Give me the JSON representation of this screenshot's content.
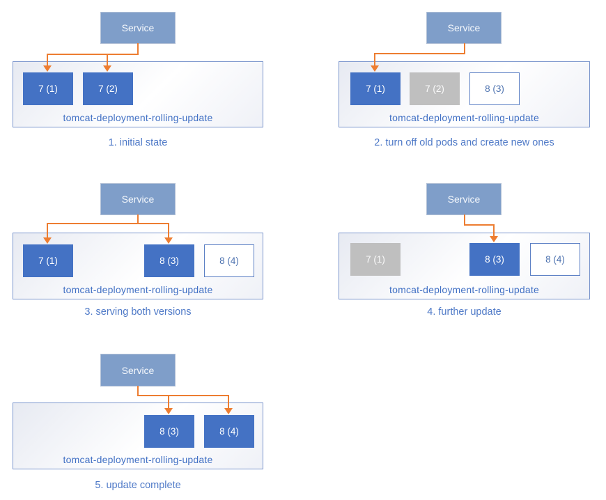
{
  "colors": {
    "service_fill": "#7F9EC9",
    "pod_running_fill": "#4472C4",
    "pod_terminated_fill": "#BFBFBF",
    "pod_starting_border": "#5B7FC4",
    "arrow": "#ED7D31",
    "text_blue": "#4472C4"
  },
  "panels": [
    {
      "caption": "1. initial state",
      "service": "Service",
      "deployment": "tomcat-deployment-rolling-update",
      "pods": [
        {
          "label": "7 (1)",
          "state": "running"
        },
        {
          "label": "7 (2)",
          "state": "running"
        }
      ]
    },
    {
      "caption": "2. turn off old pods and create new ones",
      "service": "Service",
      "deployment": "tomcat-deployment-rolling-update",
      "pods": [
        {
          "label": "7 (1)",
          "state": "running"
        },
        {
          "label": "7 (2)",
          "state": "terminated"
        },
        {
          "label": "8 (3)",
          "state": "starting"
        }
      ]
    },
    {
      "caption": "3. serving both versions",
      "service": "Service",
      "deployment": "tomcat-deployment-rolling-update",
      "pods": [
        {
          "label": "7 (1)",
          "state": "running"
        },
        {
          "label": "8 (3)",
          "state": "running"
        },
        {
          "label": "8 (4)",
          "state": "starting"
        }
      ]
    },
    {
      "caption": "4. further update",
      "service": "Service",
      "deployment": "tomcat-deployment-rolling-update",
      "pods": [
        {
          "label": "7 (1)",
          "state": "terminated"
        },
        {
          "label": "8 (3)",
          "state": "running"
        },
        {
          "label": "8 (4)",
          "state": "starting"
        }
      ]
    },
    {
      "caption": "5. update complete",
      "service": "Service",
      "deployment": "tomcat-deployment-rolling-update",
      "pods": [
        {
          "label": "8 (3)",
          "state": "running"
        },
        {
          "label": "8 (4)",
          "state": "running"
        }
      ]
    }
  ]
}
